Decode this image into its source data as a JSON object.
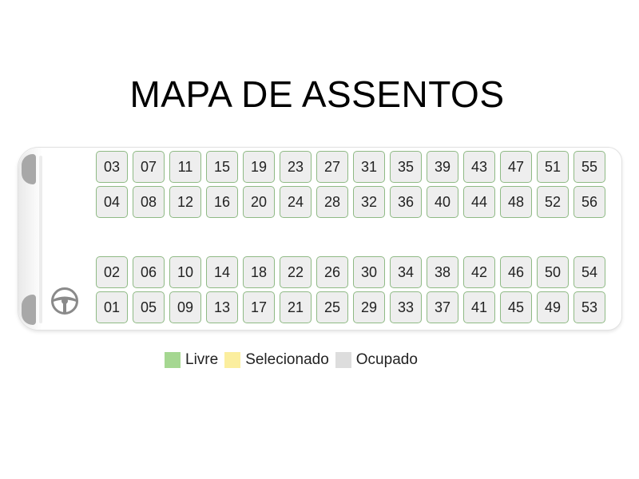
{
  "title": "MAPA DE ASSENTOS",
  "seat_rows": [
    [
      "03",
      "07",
      "11",
      "15",
      "19",
      "23",
      "27",
      "31",
      "35",
      "39",
      "43",
      "47",
      "51",
      "55"
    ],
    [
      "04",
      "08",
      "12",
      "16",
      "20",
      "24",
      "28",
      "32",
      "36",
      "40",
      "44",
      "48",
      "52",
      "56"
    ],
    [
      "02",
      "06",
      "10",
      "14",
      "18",
      "22",
      "26",
      "30",
      "34",
      "38",
      "42",
      "46",
      "50",
      "54"
    ],
    [
      "01",
      "05",
      "09",
      "13",
      "17",
      "21",
      "25",
      "29",
      "33",
      "37",
      "41",
      "45",
      "49",
      "53"
    ]
  ],
  "legend": [
    {
      "label": "Livre",
      "color": "#a5d791"
    },
    {
      "label": "Selecionado",
      "color": "#fbee9e"
    },
    {
      "label": "Ocupado",
      "color": "#dddddd"
    }
  ],
  "colors": {
    "seat_fill": "#eeeeee",
    "seat_border": "#8fba85"
  },
  "icons": {
    "driver": "steering-wheel-icon"
  }
}
